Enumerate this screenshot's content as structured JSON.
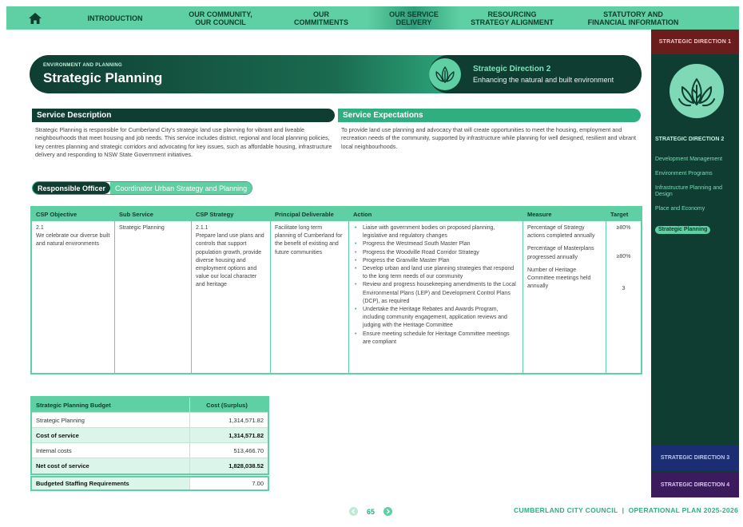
{
  "nav": {
    "items": [
      {
        "label": "INTRODUCTION"
      },
      {
        "label": "OUR COMMUNITY,\nOUR COUNCIL"
      },
      {
        "label": "OUR\nCOMMITMENTS"
      },
      {
        "label": "OUR SERVICE\nDELIVERY"
      },
      {
        "label": "RESOURCING\nSTRATEGY ALIGNMENT"
      },
      {
        "label": "STATUTORY AND\nFINANCIAL INFORMATION"
      }
    ]
  },
  "sidebar": {
    "direction1": "STRATEGIC DIRECTION 1",
    "direction2": "STRATEGIC DIRECTION 2",
    "direction3": "STRATEGIC DIRECTION 3",
    "direction4": "STRATEGIC DIRECTION 4",
    "links": [
      {
        "label": "Development Management"
      },
      {
        "label": "Environment Programs"
      },
      {
        "label": "Infrastructure Planning and Design"
      },
      {
        "label": "Place and Economy"
      },
      {
        "label": "Strategic Planning"
      }
    ]
  },
  "banner": {
    "category": "ENVIRONMENT AND PLANNING",
    "title": "Strategic Planning",
    "direction_title": "Strategic Direction 2",
    "direction_subtitle": "Enhancing the natural and built environment"
  },
  "service_description": {
    "heading": "Service Description",
    "text": "Strategic Planning is responsible for Cumberland City's strategic land use planning for vibrant and liveable neighbourhoods that meet housing and job needs. This service includes district, regional and local planning policies, key centres planning and strategic corridors and advocating for key issues, such as affordable housing, infrastructure delivery and responding to NSW State Government initiatives."
  },
  "service_expectations": {
    "heading": "Service Expectations",
    "text": "To provide land use planning and advocacy that will create opportunities to meet the housing, employment and recreation needs of the community, supported by infrastructure while planning for well designed, resilient and vibrant local neighbourhoods."
  },
  "responsible_officer": {
    "label": "Responsible Officer",
    "value": "Coordinator Urban Strategy and Planning"
  },
  "table": {
    "headers": {
      "csp_objective": "CSP Objective",
      "sub_service": "Sub Service",
      "csp_strategy": "CSP Strategy",
      "principal_deliverable": "Principal Deliverable",
      "action": "Action",
      "measure": "Measure",
      "target": "Target"
    },
    "csp_objective": "2.1\nWe celebrate our diverse built and natural environments",
    "sub_service": "Strategic Planning",
    "csp_strategy": "2.1.1\nPrepare land use plans and controls that support population growth, provide diverse housing and employment options and value our local character and heritage",
    "principal_deliverable": "Facilitate long term planning of Cumberland for the benefit of existing and future communities",
    "actions": [
      "Liaise with government bodies on proposed planning, legislative and regulatory changes",
      "Progress the Westmead South Master Plan",
      "Progress the Woodville Road Corridor Strategy",
      "Progress the Granville Master Plan",
      "Develop urban and land use planning strategies that respond to the long term needs of our community",
      "Review and progress housekeeping amendments to the Local Environmental Plans (LEP) and Development Control Plans (DCP), as required",
      "Undertake the Heritage Rebates and Awards Program, including community engagement, application reviews and judging with the Heritage Committee",
      "Ensure meeting schedule for Heritage Committee meetings are compliant"
    ],
    "measures": [
      "Percentage of Strategy actions completed annually",
      "Percentage of Masterplans progressed annually",
      "Number of Heritage Committee meetings held annually"
    ],
    "targets": [
      "≥80%",
      "≥80%",
      "3"
    ]
  },
  "budget": {
    "header_label": "Strategic Planning Budget",
    "header_value": "Cost (Surplus)",
    "rows": [
      {
        "label": "Strategic Planning",
        "value": "1,314,571.82"
      },
      {
        "label": "Cost of service",
        "value": "1,314,571.82"
      },
      {
        "label": "Internal costs",
        "value": "513,466.70"
      },
      {
        "label": "Net cost of service",
        "value": "1,828,038.52"
      }
    ],
    "staffing_label": "Budgeted Staffing Requirements",
    "staffing_value": "7.00"
  },
  "footer": {
    "page_number": "65",
    "text": "CUMBERLAND CITY COUNCIL  |  OPERATIONAL PLAN 2025-2026"
  },
  "colors": {
    "primary_green": "#5fd0a3",
    "dark_green": "#0f3d32",
    "direction1": "#6b1d1d",
    "direction3": "#1b2d73",
    "direction4": "#3b1a5e"
  }
}
